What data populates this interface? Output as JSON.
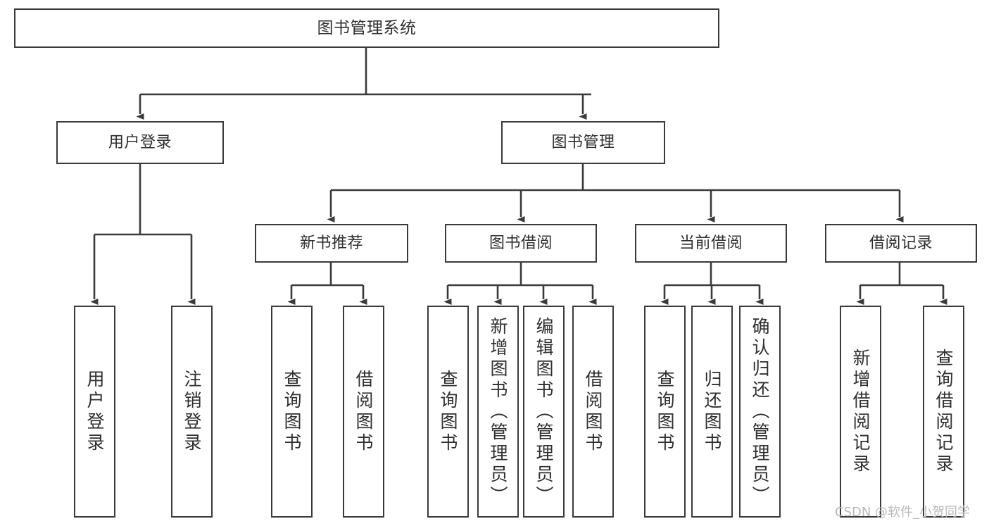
{
  "diagram": {
    "type": "tree-hierarchy",
    "title": "图书管理系统",
    "watermark": "CSDN @软件_小贺同学",
    "colors": {
      "border": "#3a3a3a",
      "text": "#2f2f2f",
      "background": "#ffffff",
      "watermark": "#b9b9b9"
    },
    "nodes": {
      "root": {
        "label": "图书管理系统"
      },
      "level1": [
        {
          "id": "user-login",
          "label": "用户登录"
        },
        {
          "id": "book-manage",
          "label": "图书管理"
        }
      ],
      "level2": [
        {
          "id": "new-book-recommend",
          "label": "新书推荐"
        },
        {
          "id": "book-borrow",
          "label": "图书借阅"
        },
        {
          "id": "current-borrow",
          "label": "当前借阅"
        },
        {
          "id": "borrow-record",
          "label": "借阅记录"
        }
      ],
      "leaves_user_login": [
        {
          "id": "leaf-user-login",
          "label": "用户登录"
        },
        {
          "id": "leaf-user-logout",
          "label": "注销登录"
        }
      ],
      "leaves_new_book_recommend": [
        {
          "id": "leaf-query-book-1",
          "label": "查询图书"
        },
        {
          "id": "leaf-borrow-book-1",
          "label": "借阅图书"
        }
      ],
      "leaves_book_borrow": [
        {
          "id": "leaf-query-book-2",
          "label": "查询图书"
        },
        {
          "id": "leaf-add-book",
          "label": "新增图书（管理员）"
        },
        {
          "id": "leaf-edit-book",
          "label": "编辑图书（管理员）"
        },
        {
          "id": "leaf-borrow-book-2",
          "label": "借阅图书"
        }
      ],
      "leaves_current_borrow": [
        {
          "id": "leaf-query-book-3",
          "label": "查询图书"
        },
        {
          "id": "leaf-return-book",
          "label": "归还图书"
        },
        {
          "id": "leaf-confirm-return",
          "label": "确认归还（管理员）"
        }
      ],
      "leaves_borrow_record": [
        {
          "id": "leaf-add-record",
          "label": "新增借阅记录"
        },
        {
          "id": "leaf-query-record",
          "label": "查询借阅记录"
        }
      ]
    }
  }
}
